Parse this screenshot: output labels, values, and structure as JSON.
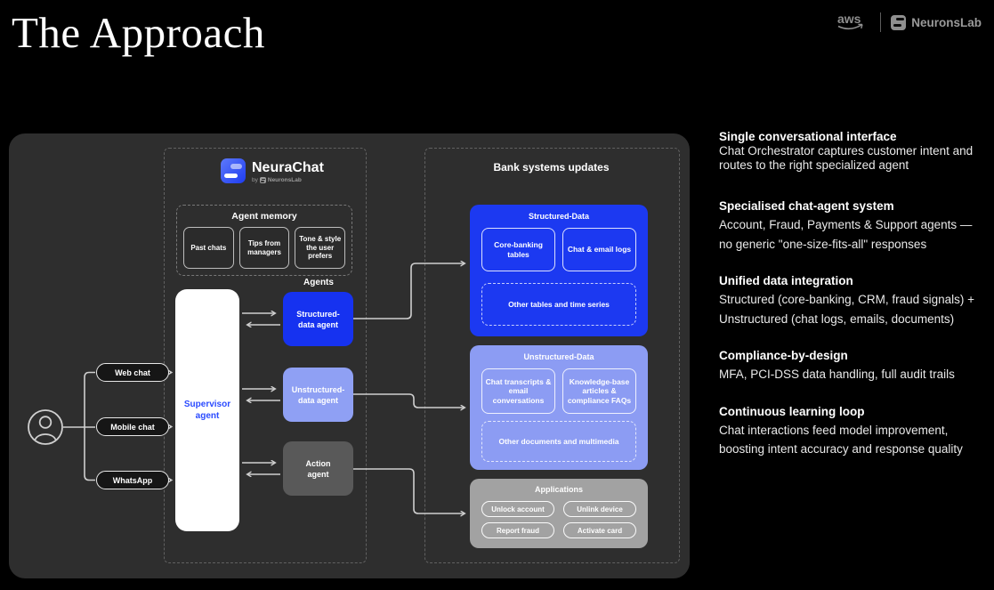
{
  "header": {
    "title": "The Approach",
    "aws_logo": "aws",
    "partner_logo": "NeuronsLab"
  },
  "colors": {
    "structured_blue": "#1c39f1",
    "unstructured_blue": "#8c9cf3",
    "action_gray": "#595959",
    "applications_gray": "#a2a2a2",
    "supervisor_text_blue": "#2b4bff",
    "panel_bg": "#2e2e2e",
    "connector_gray": "#cfcfcf"
  },
  "diagram": {
    "logo": {
      "name": "NeuraChat",
      "byline_prefix": "by",
      "byline_brand": "NeuronsLab"
    },
    "channels": {
      "items": [
        "Web chat",
        "Mobile chat",
        "WhatsApp"
      ]
    },
    "memory": {
      "title": "Agent memory",
      "items": [
        "Past chats",
        "Tips from\nmanagers",
        "Tone & style\nthe user prefers"
      ]
    },
    "agents": {
      "label": "Agents",
      "supervisor": "Supervisor\nagent",
      "structured": "Structured-\ndata agent",
      "unstructured": "Unstructured-\ndata agent",
      "action": "Action\nagent"
    },
    "bank": {
      "title": "Bank systems updates",
      "structured": {
        "title": "Structured-Data",
        "cells": [
          "Core-banking\ntables",
          "Chat & email logs"
        ],
        "dashed": "Other tables and time series"
      },
      "unstructured": {
        "title": "Unstructured-Data",
        "cells": [
          "Chat transcripts &\nemail conversations",
          "Knowledge-base\narticles &\ncompliance FAQs"
        ],
        "dashed": "Other documents and multimedia"
      },
      "applications": {
        "title": "Applications",
        "pills": [
          "Unlock account",
          "Unlink device",
          "Report fraud",
          "Activate card"
        ]
      }
    }
  },
  "right": {
    "sections": [
      {
        "heading": "Single conversational interface",
        "body": "Chat Orchestrator captures customer intent and routes to the right specialized agent"
      },
      {
        "heading": "Specialised chat-agent system",
        "body": "Account, Fraud, Payments & Support agents — no generic \"one-size-fits-all\" responses"
      },
      {
        "heading": "Unified data integration",
        "body": "Structured (core-banking, CRM, fraud signals) + Unstructured (chat logs, emails, documents)"
      },
      {
        "heading": "Compliance-by-design",
        "body": "MFA, PCI-DSS data handling, full audit trails"
      },
      {
        "heading": "Continuous learning loop",
        "body": "Chat interactions feed model improvement, boosting intent accuracy and response quality"
      }
    ]
  }
}
